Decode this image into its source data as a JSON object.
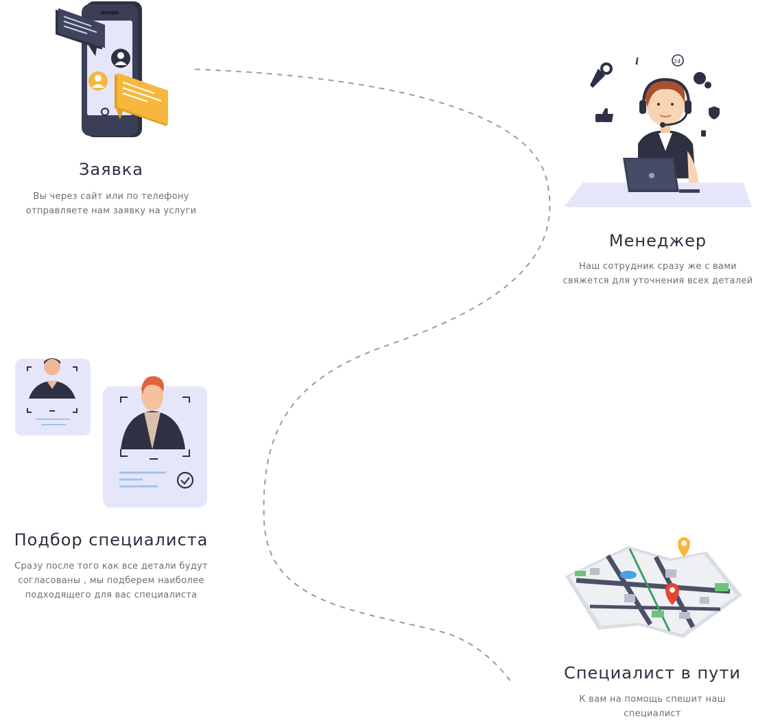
{
  "steps": [
    {
      "title": "Заявка",
      "description_lines": [
        "Вы через сайт или по телефону",
        "отправляете нам заявку на услуги"
      ]
    },
    {
      "title": "Менеджер",
      "description_lines": [
        "Наш сотрудник сразу же с вами",
        "свяжется для уточнения всех деталей"
      ]
    },
    {
      "title": "Подбор специалиста",
      "description_lines": [
        "Сразу после того как все детали будут",
        "согласованы , мы подберем наиболее",
        "подходящего для вас специалиста"
      ]
    },
    {
      "title": "Специалист в пути",
      "description_lines": [
        "К вам на помощь спешит наш",
        "специалист"
      ]
    }
  ],
  "illustrations": {
    "phone": "phone-chat-icon",
    "manager": "support-agent-icon",
    "candidates": "candidate-profiles-icon",
    "map": "city-map-icon",
    "manager_badge": "24"
  },
  "colors": {
    "text_dark": "#2c2f40",
    "text_muted": "#6b6e7a",
    "accent_yellow": "#f6b73c",
    "lavender": "#e9e9fb",
    "navy": "#2d3142",
    "path_dash": "#9a9a9a"
  }
}
